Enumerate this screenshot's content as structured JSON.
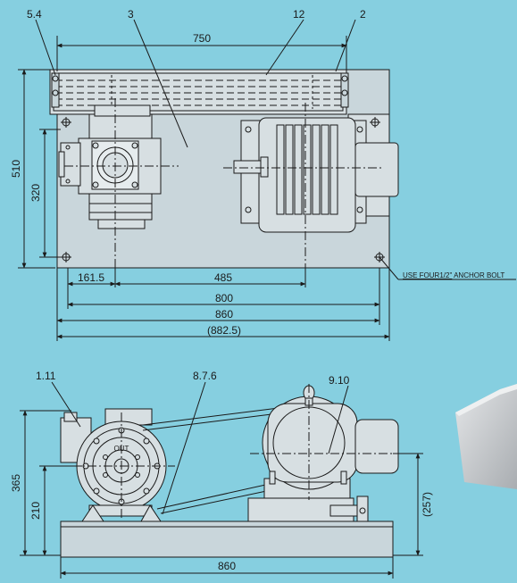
{
  "colors": {
    "background": "#86cfe0",
    "plate": "#c9d6db",
    "part_fill": "#d7dfe2",
    "line": "#1a1a1a",
    "device_gray": "#c8cccf"
  },
  "top_view": {
    "callouts": {
      "c54": "5.4",
      "c3": "3",
      "c12": "12",
      "c2": "2"
    },
    "dimensions": {
      "d750": "750",
      "d510": "510",
      "d320": "320",
      "d1615": "161.5",
      "d485": "485",
      "d800": "800",
      "d860": "860",
      "d8825": "(882.5)"
    },
    "note_underlined": "USE FOUR1/2\"",
    "note_rest": " ANCHOR BOLT"
  },
  "side_view": {
    "callouts": {
      "c111": "1.11",
      "c876": "8.7.6",
      "c910": "9.10"
    },
    "dimensions": {
      "d365": "365",
      "d210": "210",
      "d257": "(257)",
      "d860": "860"
    },
    "pump_face_text": "OUT"
  }
}
